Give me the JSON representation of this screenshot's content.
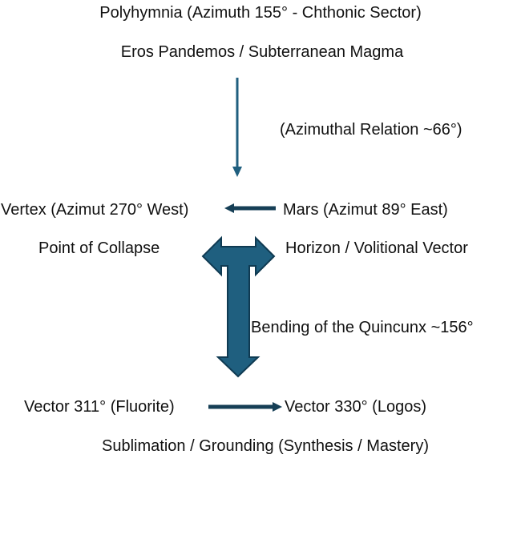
{
  "colors": {
    "background": "#ffffff",
    "text": "#111111",
    "arrow_blue": "#1f5f7f",
    "arrow_dark": "#163f56",
    "arrow_stroke": "#0f3a52"
  },
  "top": {
    "title": "Polyhymnia (Azimuth 155° - Chthonic Sector)",
    "subtitle": "Eros Pandemos / Subterranean Magma",
    "relation": "(Azimuthal  Relation ~66°)"
  },
  "middle": {
    "left_label": "Vertex (Azimut 270° West)",
    "left_sub": "Point of Collapse",
    "right_label": "Mars (Azimut 89° East)",
    "right_sub": "Horizon / Volitional Vector",
    "bending": "Bending of the Quincunx ~156°"
  },
  "bottom": {
    "left_label": "Vector 311° (Fluorite)",
    "right_label": "Vector 330° (Logos)",
    "summary": "Sublimation / Grounding (Synthesis / Mastery)"
  },
  "icons": {
    "down_arrow": "arrow-down-icon",
    "left_arrow": "arrow-left-icon",
    "t_arrow": "t-shaped-double-arrow-icon",
    "right_arrow": "arrow-right-icon"
  }
}
